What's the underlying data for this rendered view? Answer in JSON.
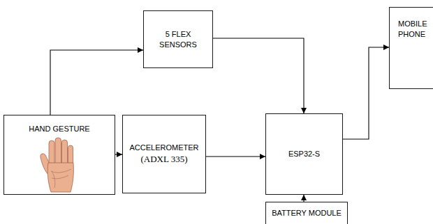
{
  "diagram": {
    "nodes": [
      {
        "text": [
          "HAND GESTURE"
        ]
      },
      {
        "text": [
          "5 FLEX SENSORS"
        ]
      },
      {
        "text": [
          "ACCELEROMETER",
          "(ADXL 335)"
        ]
      },
      {
        "text": [
          "ESP32-S"
        ]
      },
      {
        "text": [
          "BATTERY MODULE"
        ]
      },
      {
        "text": [
          "MOBILE PHONE"
        ]
      }
    ],
    "edges": [
      {
        "from": 0,
        "to": 1,
        "arrow": "to"
      },
      {
        "from": 0,
        "to": 2,
        "arrow": "to"
      },
      {
        "from": 1,
        "to": 3,
        "arrow": "to"
      },
      {
        "from": 2,
        "to": 3,
        "arrow": "to"
      },
      {
        "from": 4,
        "to": 3,
        "arrow": "to"
      },
      {
        "from": 3,
        "to": 5,
        "arrow": "to"
      }
    ]
  }
}
